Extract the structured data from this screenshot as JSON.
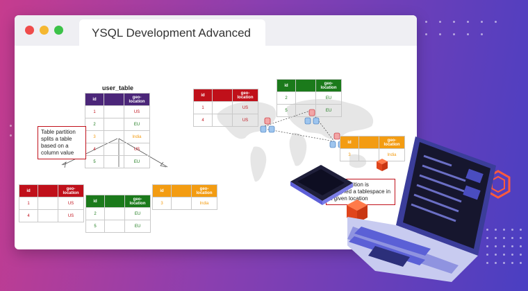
{
  "window": {
    "title": "YSQL Development Advanced"
  },
  "user_table": {
    "label": "user_table",
    "headers": [
      "id",
      "",
      "geo-location"
    ],
    "rows": [
      {
        "id": "1",
        "geo": "US",
        "cls": "v-red"
      },
      {
        "id": "2",
        "geo": "EU",
        "cls": "v-green"
      },
      {
        "id": "3",
        "geo": "India",
        "cls": "v-orange"
      },
      {
        "id": "4",
        "geo": "US",
        "cls": "v-red"
      },
      {
        "id": "5",
        "geo": "EU",
        "cls": "v-green"
      }
    ]
  },
  "callout_left": "Table partition splits a table based on a column value",
  "callout_right": "Each partition is assigned a tablespace in a given location",
  "partitions": {
    "us": {
      "headers": [
        "id",
        "",
        "geo-location"
      ],
      "rows": [
        {
          "id": "1",
          "geo": "US"
        },
        {
          "id": "4",
          "geo": "US"
        }
      ]
    },
    "eu": {
      "headers": [
        "id",
        "",
        "geo-location"
      ],
      "rows": [
        {
          "id": "2",
          "geo": "EU"
        },
        {
          "id": "5",
          "geo": "EU"
        }
      ]
    },
    "india": {
      "headers": [
        "id",
        "",
        "geo-location"
      ],
      "rows": [
        {
          "id": "3",
          "geo": "India"
        }
      ]
    }
  },
  "map_tables": {
    "us": {
      "headers": [
        "id",
        "",
        "geo-location"
      ],
      "rows": [
        {
          "id": "1",
          "geo": "US"
        },
        {
          "id": "4",
          "geo": "US"
        }
      ]
    },
    "eu": {
      "headers": [
        "id",
        "",
        "geo-location"
      ],
      "rows": [
        {
          "id": "2",
          "geo": "EU"
        },
        {
          "id": "5",
          "geo": "EU"
        }
      ]
    },
    "india": {
      "headers": [
        "id",
        "",
        "geo-location"
      ],
      "rows": [
        {
          "id": "3",
          "geo": "India"
        }
      ]
    }
  },
  "colors": {
    "red": "#c0101a",
    "green": "#1b7a1b",
    "orange": "#f39c12",
    "purple": "#4b2679"
  }
}
